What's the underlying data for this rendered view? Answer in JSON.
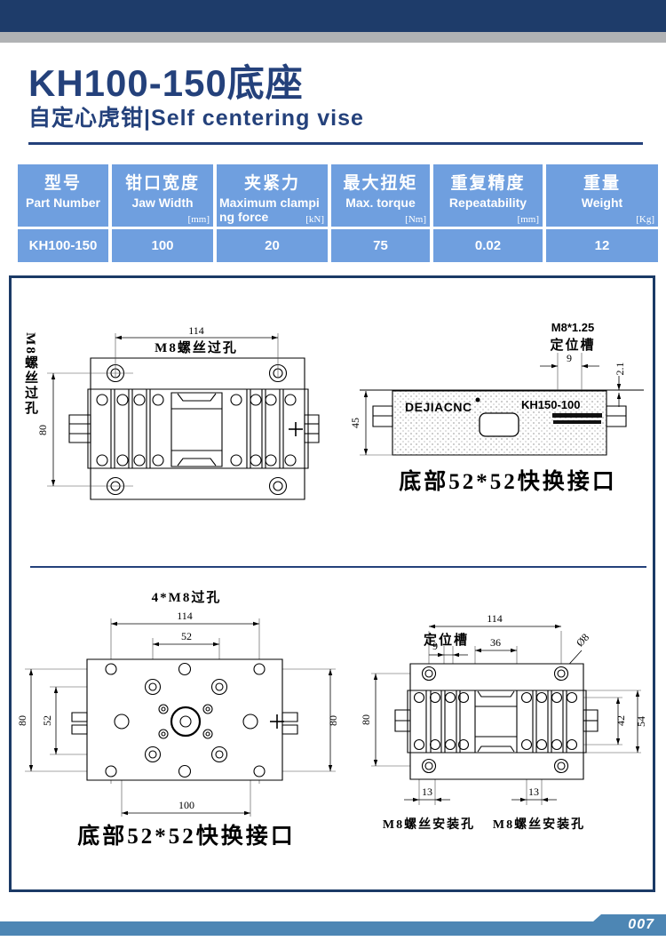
{
  "header": {
    "title": "KH100-150底座",
    "subtitle_cn": "自定心虎钳",
    "separator": "|",
    "subtitle_en": "Self centering vise"
  },
  "spec_table": {
    "columns": [
      {
        "cn": "型号",
        "en": "Part Number",
        "unit": ""
      },
      {
        "cn": "钳口宽度",
        "en": "Jaw Width",
        "unit": "[mm]"
      },
      {
        "cn": "夹紧力",
        "en": "Maximum clamping force",
        "unit": "[kN]"
      },
      {
        "cn": "最大扭矩",
        "en": "Max. torque",
        "unit": "[Nm]"
      },
      {
        "cn": "重复精度",
        "en": "Repeatability",
        "unit": "[mm]"
      },
      {
        "cn": "重量",
        "en": "Weight",
        "unit": "[Kg]"
      }
    ],
    "row": {
      "part_number": "KH100-150",
      "jaw_width": "100",
      "clamping_force": "20",
      "max_torque": "75",
      "repeatability": "0.02",
      "weight": "12"
    }
  },
  "drawings": {
    "front_view": {
      "dim_width": "114",
      "hole_label_top": "M8螺丝过孔",
      "hole_label_left": "M8螺丝过孔",
      "dim_height": "80"
    },
    "side_view": {
      "thread_label": "M8*1.25",
      "slot_label": "定位槽",
      "dim_slot_width": "9",
      "dim_slot_depth": "2.1",
      "dim_height": "45",
      "brand": "DEJIACNC",
      "model": "KH150-100",
      "caption": "底部52*52快换接口"
    },
    "bottom_view": {
      "hole_label": "4*M8过孔",
      "dim_width": "114",
      "dim_pitch": "52",
      "dim_height_left": "80",
      "dim_pitch_left": "52",
      "dim_height_right": "80",
      "dim_span": "100",
      "caption": "底部52*52快换接口"
    },
    "detail_view": {
      "dim_width": "114",
      "slot_label": "定位槽",
      "dim_slot": "9",
      "dim_center": "36",
      "dia_label": "Ø8",
      "dim_height": "80",
      "dim_inner": "42",
      "dim_outer": "54",
      "dim_offset_left": "13",
      "dim_offset_right": "13",
      "caption_left": "M8螺丝安装孔",
      "caption_right": "M8螺丝安装孔"
    }
  },
  "footer": {
    "page_number": "007"
  },
  "colors": {
    "header_bar": "#1e3c6a",
    "accent_gray": "#b0b2b4",
    "title_blue": "#24417b",
    "table_fill": "#6f9fdf",
    "table_text": "#ffffff",
    "box_border": "#1b3a66",
    "footer_blue": "#4d86b4",
    "drawing_line": "#000000"
  }
}
